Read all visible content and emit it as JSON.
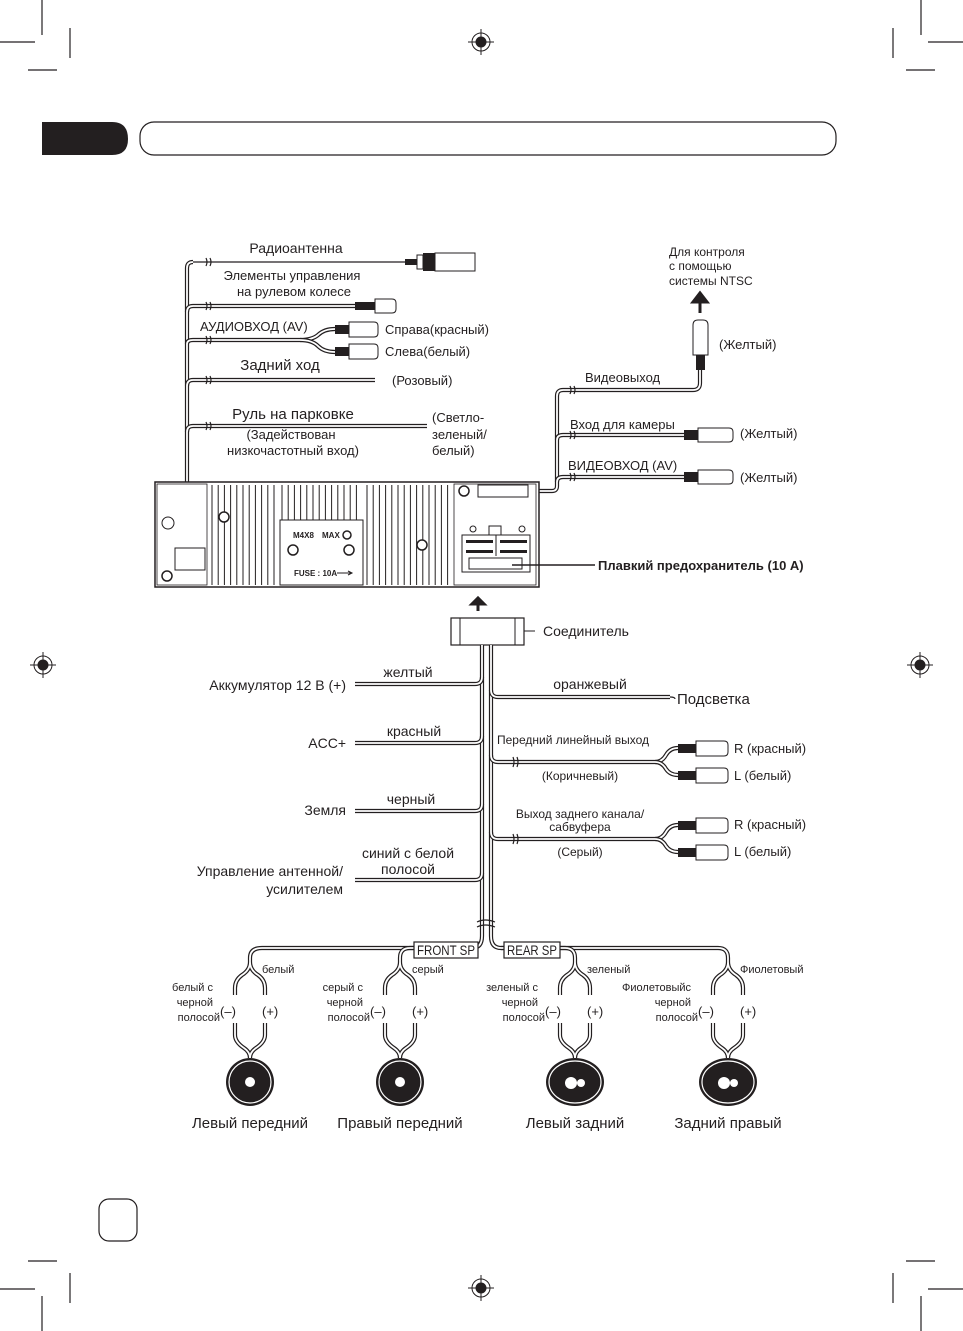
{
  "page": {
    "header_tab_color": "#231f20",
    "registration_mark": "registration-mark"
  },
  "top_harness": {
    "radio_antenna": "Радиоантенна",
    "steering_line1": "Элементы управления",
    "steering_line2": "на рулевом колесе",
    "audio_in": "АУДИОВХОД (AV)",
    "audio_right": "Справа(красный)",
    "audio_left": "Слева(белый)",
    "reverse": "Задний ход",
    "reverse_color": "(Розовый)",
    "parking": "Руль на парковке",
    "parking_note_line1": "(Задействован",
    "parking_note_line2": "низкочастотный вход)",
    "parking_color_line1": "(Светло-",
    "parking_color_line2": "зеленый/",
    "parking_color_line3": "белый)"
  },
  "video": {
    "ntsc_line1": "Для контроля",
    "ntsc_line2": "с помощью",
    "ntsc_line3": "системы NTSC",
    "video_out": "Видеовыход",
    "video_out_color": "(Желтый)",
    "camera_in": "Вход для камеры",
    "camera_in_color": "(Желтый)",
    "video_in": "ВИДЕОВХОД (AV)",
    "video_in_color": "(Желтый)"
  },
  "unit": {
    "screw_label": "M4X8",
    "max_label": "MAX",
    "fuse_label": "FUSE : 10A",
    "fuse_callout": "Плавкий предохранитель (10 A)",
    "connector": "Соединитель"
  },
  "power_wires": [
    {
      "label": "Аккумулятор 12 В (+)",
      "color": "желтый"
    },
    {
      "label": "ACC+",
      "color": "красный"
    },
    {
      "label": "Земля",
      "color": "черный"
    },
    {
      "label_line1": "Управление антенной/",
      "label_line2": "усилителем",
      "color_line1": "синий с белой",
      "color_line2": "полосой"
    }
  ],
  "right_wires": {
    "illumination_color": "оранжевый",
    "illumination": "Подсветка",
    "front_line_out": "Передний линейный выход",
    "front_line_color": "(Коричневый)",
    "rear_line_out_line1": "Выход заднего канала/",
    "rear_line_out_line2": "сабвуфера",
    "rear_line_color": "(Серый)",
    "r_red": "R (красный)",
    "l_white": "L (белый)"
  },
  "speakers": {
    "front_tag": "FRONT SP",
    "rear_tag": "REAR SP",
    "minus": "(–)",
    "plus": "(+)",
    "items": [
      {
        "name": "Левый передний",
        "pos": "белый",
        "neg_line1": "белый с",
        "neg_line2": "черной",
        "neg_line3": "полосой"
      },
      {
        "name": "Правый передний",
        "pos": "серый",
        "neg_line1": "серый с",
        "neg_line2": "черной",
        "neg_line3": "полосой"
      },
      {
        "name": "Левый задний",
        "pos": "зеленый",
        "neg_line1": "зеленый с",
        "neg_line2": "черной",
        "neg_line3": "полосой"
      },
      {
        "name": "Задний правый",
        "pos": "Фиолетовый",
        "neg_line1": "Фиолетовыйс",
        "neg_line2": "черной",
        "neg_line3": "полосой"
      }
    ]
  }
}
